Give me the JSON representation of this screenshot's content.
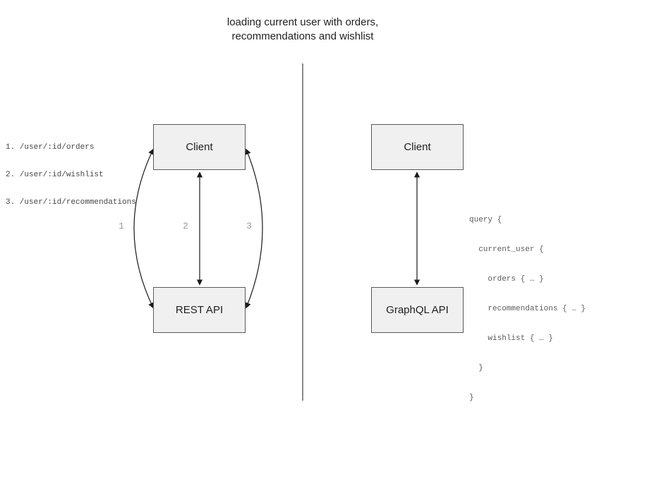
{
  "title": {
    "line1": "loading current user with orders,",
    "line2": "recommendations and wishlist"
  },
  "left_panel": {
    "endpoints": [
      "1. /user/:id/orders",
      "2. /user/:id/wishlist",
      "3. /user/:id/recommendations"
    ],
    "client_label": "Client",
    "api_label": "REST API",
    "arrow_labels": [
      "1",
      "2",
      "3"
    ]
  },
  "right_panel": {
    "client_label": "Client",
    "api_label": "GraphQL API",
    "query_lines": [
      "query {",
      "  current_user {",
      "    orders { … }",
      "    recommendations { … }",
      "    wishlist { … }",
      "  }",
      "}"
    ]
  },
  "colors": {
    "box_fill": "#f0f0f0",
    "box_border": "#595959",
    "arrow": "#1a1a1a",
    "divider": "#666666",
    "arrow_label_gray": "#999999",
    "code_gray": "#5c5c5c"
  }
}
